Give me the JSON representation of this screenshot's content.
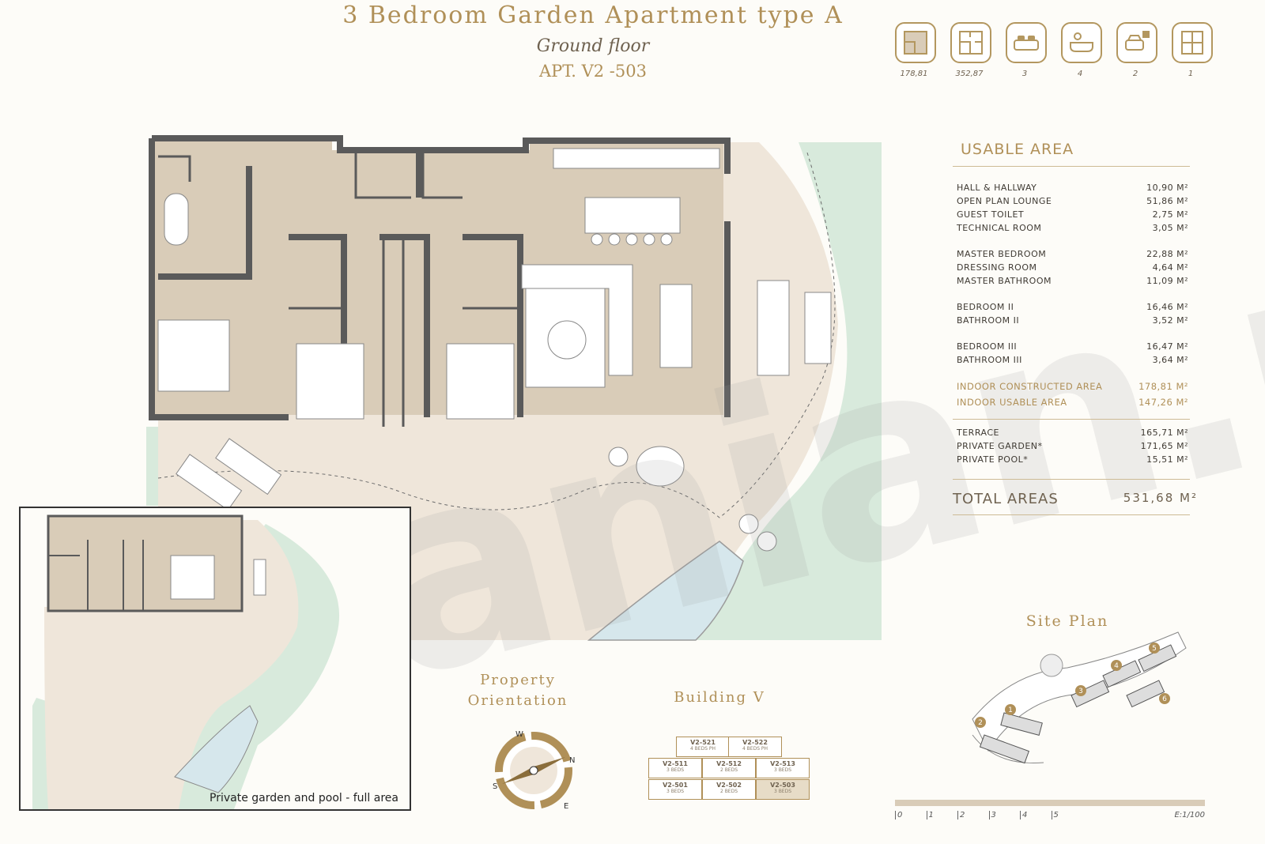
{
  "header": {
    "title": "3 Bedroom Garden Apartment type A",
    "subtitle": "Ground floor",
    "apartment": "APT. V2 -503"
  },
  "icons": [
    {
      "name": "built-area-icon",
      "label": "178,81"
    },
    {
      "name": "total-area-icon",
      "label": "352,87"
    },
    {
      "name": "bedroom-icon",
      "label": "3"
    },
    {
      "name": "bathroom-icon",
      "label": "4"
    },
    {
      "name": "parking-icon",
      "label": "2"
    },
    {
      "name": "storage-icon",
      "label": "1"
    }
  ],
  "usable_area": {
    "heading": "USABLE AREA",
    "groups": [
      [
        {
          "name": "HALL & HALLWAY",
          "value": "10,90 M²"
        },
        {
          "name": "OPEN PLAN LOUNGE",
          "value": "51,86 M²"
        },
        {
          "name": "GUEST TOILET",
          "value": "2,75 M²"
        },
        {
          "name": "TECHNICAL ROOM",
          "value": "3,05 M²"
        }
      ],
      [
        {
          "name": "MASTER BEDROOM",
          "value": "22,88 M²"
        },
        {
          "name": "DRESSING ROOM",
          "value": "4,64 M²"
        },
        {
          "name": "MASTER BATHROOM",
          "value": "11,09 M²"
        }
      ],
      [
        {
          "name": "BEDROOM II",
          "value": "16,46 M²"
        },
        {
          "name": "BATHROOM II",
          "value": "3,52 M²"
        }
      ],
      [
        {
          "name": "BEDROOM III",
          "value": "16,47 M²"
        },
        {
          "name": "BATHROOM III",
          "value": "3,64 M²"
        }
      ]
    ],
    "summary": [
      {
        "name": "INDOOR CONSTRUCTED AREA",
        "value": "178,81 M²"
      },
      {
        "name": "INDOOR USABLE AREA",
        "value": "147,26 M²"
      }
    ],
    "outdoor": [
      {
        "name": "TERRACE",
        "value": "165,71 M²"
      },
      {
        "name": "PRIVATE GARDEN*",
        "value": "171,65 M²"
      },
      {
        "name": "PRIVATE POOL*",
        "value": "15,51 M²"
      }
    ],
    "total_label": "TOTAL AREAS",
    "total_value": "531,68 M²"
  },
  "site_plan": {
    "title": "Site Plan",
    "markers": [
      "1",
      "2",
      "3",
      "4",
      "5",
      "6"
    ]
  },
  "orientation": {
    "title_line1": "Property",
    "title_line2": "Orientation",
    "compass": {
      "n": "N",
      "s": "S",
      "e": "E",
      "w": "W"
    }
  },
  "building": {
    "title": "Building V",
    "units": [
      {
        "id": "V2-521",
        "beds": "4 BEDS PH"
      },
      {
        "id": "V2-522",
        "beds": "4 BEDS PH"
      },
      {
        "id": "V2-511",
        "beds": "3 BEDS"
      },
      {
        "id": "V2-512",
        "beds": "2 BEDS"
      },
      {
        "id": "V2-513",
        "beds": "3 BEDS"
      },
      {
        "id": "V2-501",
        "beds": "3 BEDS"
      },
      {
        "id": "V2-502",
        "beds": "2 BEDS"
      },
      {
        "id": "V2-503",
        "beds": "3 BEDS"
      }
    ]
  },
  "inset": {
    "caption": "Private garden and pool - full area"
  },
  "scale": {
    "ticks": [
      "0",
      "1",
      "2",
      "3",
      "4",
      "5"
    ],
    "label": "E:1/100"
  },
  "watermark": "spanian.no",
  "colors": {
    "gold": "#b09058",
    "wall": "#5a5a5a",
    "floor": "#d9ccb8",
    "terrace": "#efe6da",
    "garden": "#d8eadc",
    "pool": "#d6e7ec",
    "watermark": "#f7a84a"
  }
}
